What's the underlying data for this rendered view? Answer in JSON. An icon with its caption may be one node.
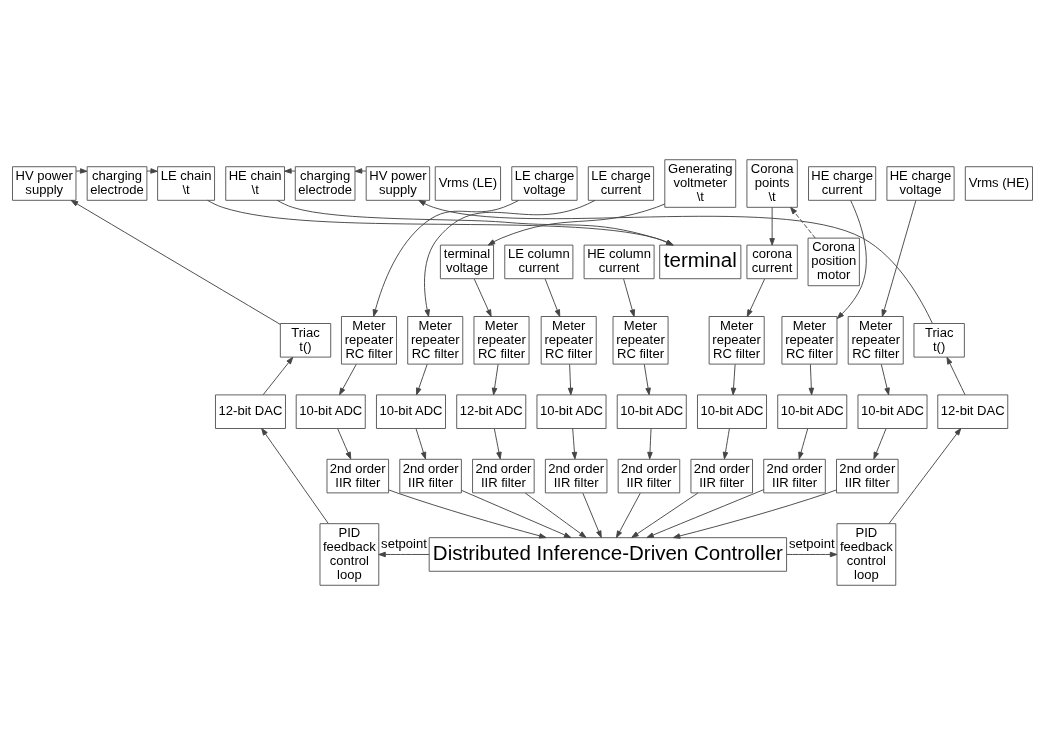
{
  "diagram": {
    "nodes": [
      {
        "text": [
          "HV power supply"
        ]
      },
      {
        "text": [
          "charging electrode"
        ]
      },
      {
        "text": [
          "LE chain",
          "\\t"
        ]
      },
      {
        "text": [
          "HE chain",
          "\\t"
        ]
      },
      {
        "text": [
          "charging electrode"
        ]
      },
      {
        "text": [
          "HV power supply"
        ]
      },
      {
        "text": [
          "terminal"
        ]
      },
      {
        "text": [
          "Vrms (LE)"
        ]
      },
      {
        "text": [
          "LE charge voltage"
        ]
      },
      {
        "text": [
          "LE charge current"
        ]
      },
      {
        "text": [
          "Generating voltmeter",
          "\\t"
        ]
      },
      {
        "text": [
          "Corona points",
          "\\t"
        ]
      },
      {
        "text": [
          "HE charge current"
        ]
      },
      {
        "text": [
          "HE charge voltage"
        ]
      },
      {
        "text": [
          "Vrms (HE)"
        ]
      },
      {
        "text": [
          "terminal voltage"
        ]
      },
      {
        "text": [
          "LE column current"
        ]
      },
      {
        "text": [
          "HE column current"
        ]
      },
      {
        "text": [
          "corona current"
        ]
      },
      {
        "text": [
          "Corona position motor"
        ]
      },
      {
        "text": [
          "Triac",
          "t()"
        ]
      },
      {
        "text": [
          "Meter repeater",
          "RC filter"
        ]
      },
      {
        "text": [
          "Meter repeater",
          "RC filter"
        ]
      },
      {
        "text": [
          "Meter repeater",
          "RC filter"
        ]
      },
      {
        "text": [
          "Meter repeater",
          "RC filter"
        ]
      },
      {
        "text": [
          "Meter repeater",
          "RC filter"
        ]
      },
      {
        "text": [
          "Meter repeater",
          "RC filter"
        ]
      },
      {
        "text": [
          "Meter repeater",
          "RC filter"
        ]
      },
      {
        "text": [
          "Meter repeater",
          "RC filter"
        ]
      },
      {
        "text": [
          "Triac",
          "t()"
        ]
      },
      {
        "text": [
          "12-bit DAC"
        ]
      },
      {
        "text": [
          "10-bit ADC"
        ]
      },
      {
        "text": [
          "10-bit ADC"
        ]
      },
      {
        "text": [
          "12-bit ADC"
        ]
      },
      {
        "text": [
          "10-bit ADC"
        ]
      },
      {
        "text": [
          "10-bit ADC"
        ]
      },
      {
        "text": [
          "10-bit ADC"
        ]
      },
      {
        "text": [
          "10-bit ADC"
        ]
      },
      {
        "text": [
          "10-bit ADC"
        ]
      },
      {
        "text": [
          "12-bit DAC"
        ]
      },
      {
        "text": [
          "2nd order IIR filter"
        ]
      },
      {
        "text": [
          "2nd order IIR filter"
        ]
      },
      {
        "text": [
          "2nd order IIR filter"
        ]
      },
      {
        "text": [
          "2nd order IIR filter"
        ]
      },
      {
        "text": [
          "2nd order IIR filter"
        ]
      },
      {
        "text": [
          "2nd order IIR filter"
        ]
      },
      {
        "text": [
          "2nd order IIR filter"
        ]
      },
      {
        "text": [
          "2nd order IIR filter"
        ]
      },
      {
        "text": [
          "PID feedback control loop"
        ]
      },
      {
        "text": [
          "Distributed Inference-Driven Controller"
        ]
      },
      {
        "text": [
          "PID feedback control loop"
        ]
      }
    ],
    "edges": [
      {
        "from": 0,
        "to": 1,
        "arrow": "to"
      },
      {
        "from": 1,
        "to": 2,
        "arrow": "to"
      },
      {
        "from": 2,
        "to": 6,
        "arrow": "to"
      },
      {
        "from": 3,
        "to": 6,
        "arrow": "to"
      },
      {
        "from": 4,
        "to": 3,
        "arrow": "to"
      },
      {
        "from": 5,
        "to": 4,
        "arrow": "to"
      },
      {
        "from": 10,
        "to": 15,
        "arrow": "to"
      },
      {
        "from": 11,
        "to": 18,
        "arrow": "to"
      },
      {
        "from": 19,
        "to": 11,
        "arrow": "to",
        "style": "dashed"
      },
      {
        "from": 8,
        "to": 21,
        "arrow": "to"
      },
      {
        "from": 9,
        "to": 22,
        "arrow": "to"
      },
      {
        "from": 15,
        "to": 23,
        "arrow": "to"
      },
      {
        "from": 16,
        "to": 24,
        "arrow": "to"
      },
      {
        "from": 17,
        "to": 25,
        "arrow": "to"
      },
      {
        "from": 18,
        "to": 26,
        "arrow": "to"
      },
      {
        "from": 12,
        "to": 27,
        "arrow": "to"
      },
      {
        "from": 13,
        "to": 28,
        "arrow": "to"
      },
      {
        "from": 21,
        "to": 31,
        "arrow": "to"
      },
      {
        "from": 22,
        "to": 32,
        "arrow": "to"
      },
      {
        "from": 23,
        "to": 33,
        "arrow": "to"
      },
      {
        "from": 24,
        "to": 34,
        "arrow": "to"
      },
      {
        "from": 25,
        "to": 35,
        "arrow": "to"
      },
      {
        "from": 26,
        "to": 36,
        "arrow": "to"
      },
      {
        "from": 27,
        "to": 37,
        "arrow": "to"
      },
      {
        "from": 28,
        "to": 38,
        "arrow": "to"
      },
      {
        "from": 31,
        "to": 40,
        "arrow": "to"
      },
      {
        "from": 32,
        "to": 41,
        "arrow": "to"
      },
      {
        "from": 33,
        "to": 42,
        "arrow": "to"
      },
      {
        "from": 34,
        "to": 43,
        "arrow": "to"
      },
      {
        "from": 35,
        "to": 44,
        "arrow": "to"
      },
      {
        "from": 36,
        "to": 45,
        "arrow": "to"
      },
      {
        "from": 37,
        "to": 46,
        "arrow": "to"
      },
      {
        "from": 38,
        "to": 47,
        "arrow": "to"
      },
      {
        "from": 40,
        "to": 49,
        "arrow": "to"
      },
      {
        "from": 41,
        "to": 49,
        "arrow": "to"
      },
      {
        "from": 42,
        "to": 49,
        "arrow": "to"
      },
      {
        "from": 43,
        "to": 49,
        "arrow": "to"
      },
      {
        "from": 44,
        "to": 49,
        "arrow": "to"
      },
      {
        "from": 45,
        "to": 49,
        "arrow": "to"
      },
      {
        "from": 46,
        "to": 49,
        "arrow": "to"
      },
      {
        "from": 47,
        "to": 49,
        "arrow": "to"
      },
      {
        "from": 49,
        "to": 48,
        "arrow": "to",
        "label": "setpoint"
      },
      {
        "from": 48,
        "to": 30,
        "arrow": "to"
      },
      {
        "from": 30,
        "to": 20,
        "arrow": "to"
      },
      {
        "from": 20,
        "to": 0,
        "arrow": "to"
      },
      {
        "from": 49,
        "to": 50,
        "arrow": "to",
        "label": "setpoint"
      },
      {
        "from": 50,
        "to": 39,
        "arrow": "to"
      },
      {
        "from": 39,
        "to": 29,
        "arrow": "to"
      },
      {
        "from": 29,
        "to": 5,
        "arrow": "to"
      }
    ]
  }
}
